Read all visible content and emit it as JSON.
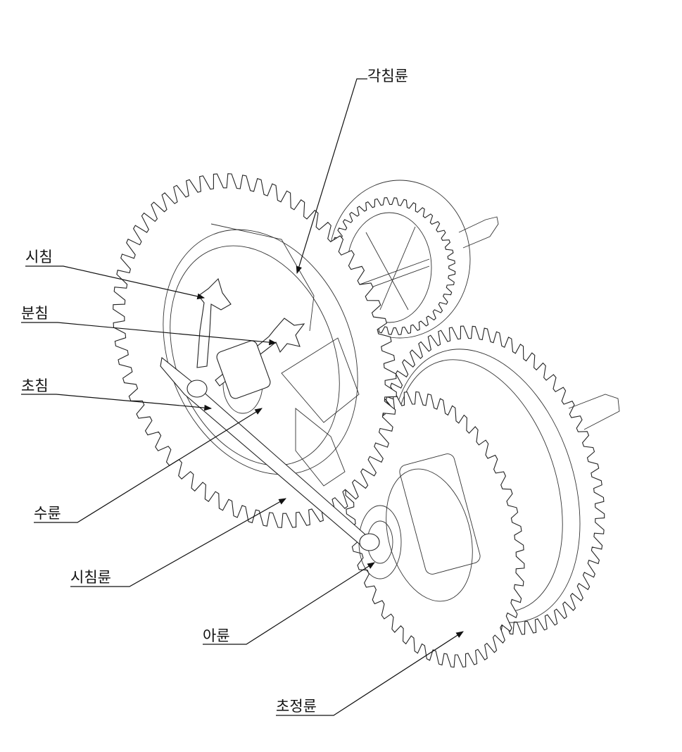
{
  "labels": {
    "gakchimryun": "각침륜",
    "sichim": "시침",
    "bunchim": "분침",
    "chochim": "초침",
    "suryun": "수륜",
    "sichimryun": "시침륜",
    "aryun": "아륜",
    "chojeongryun": "초정륜"
  }
}
